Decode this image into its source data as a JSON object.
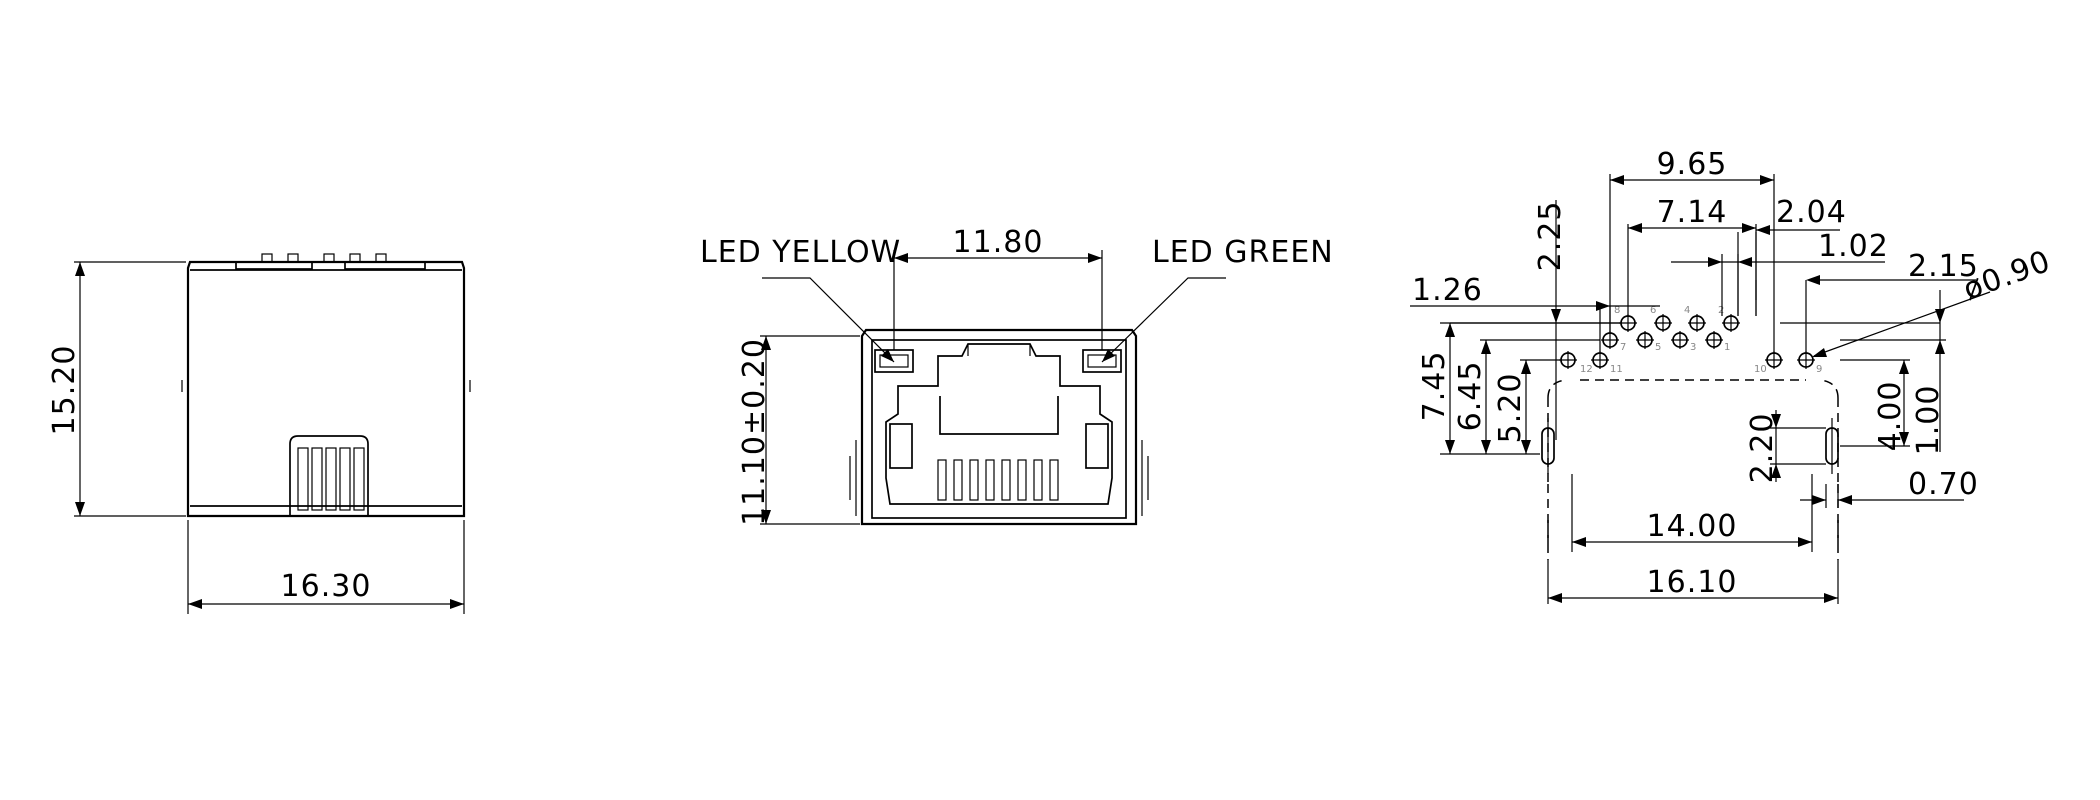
{
  "views": {
    "side": {
      "width": "16.30",
      "height": "15.20"
    },
    "front": {
      "led_left": "LED YELLOW",
      "led_right": "LED GREEN",
      "led_pitch": "11.80",
      "height": "11.10±0.20"
    },
    "footprint": {
      "row_width": "9.65",
      "inner_row_width": "7.14",
      "pitch_a": "2.04",
      "pitch_b": "1.02",
      "offset_2_15": "2.15",
      "hole_dia": "ø0.90",
      "offset_1_26": "1.26",
      "offset_2_25": "2.25",
      "h_7_45": "7.45",
      "h_6_45": "6.45",
      "h_5_20": "5.20",
      "slot_len": "2.20",
      "h_4_00": "4.00",
      "h_1_00": "1.00",
      "slot_w": "0.70",
      "inner_width": "14.00",
      "outer_width": "16.10",
      "pin_numbers": [
        "8",
        "6",
        "4",
        "2",
        "7",
        "5",
        "3",
        "1",
        "12",
        "11",
        "10",
        "9"
      ]
    }
  }
}
